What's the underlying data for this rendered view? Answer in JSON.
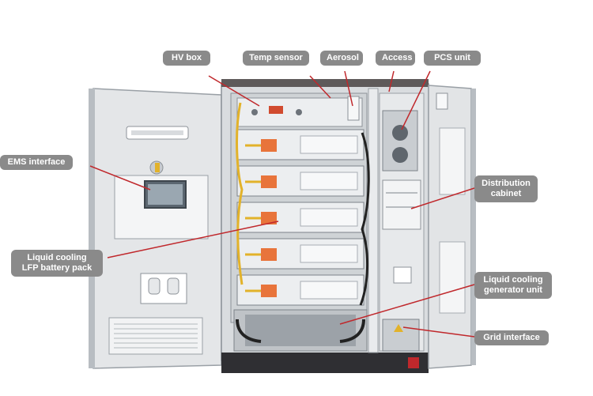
{
  "labels": {
    "hv_box": "HV box",
    "temp_sensor": "Temp sensor",
    "aerosol": "Aerosol",
    "access": "Access",
    "pcs_unit": "PCS unit",
    "ems_interface": "EMS interface",
    "distribution_cabinet_line1": "Distribution",
    "distribution_cabinet_line2": "cabinet",
    "battery_pack_line1": "Liquid cooling",
    "battery_pack_line2": "LFP battery pack",
    "generator_unit_line1": "Liquid cooling",
    "generator_unit_line2": "generator unit",
    "grid_interface": "Grid interface"
  },
  "colors": {
    "label_bg": "#8a8a8a",
    "callout_line": "#c0282c",
    "cabinet_body": "#d9dcdf",
    "module_accent": "#e8743b",
    "cable_accent": "#e2b22a"
  }
}
